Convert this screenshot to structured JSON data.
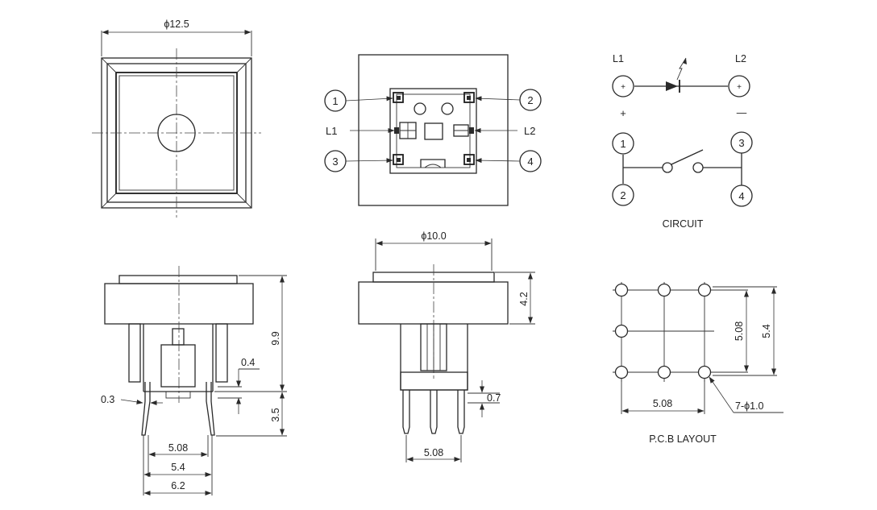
{
  "top_view": {
    "width_label": "ϕ12.5"
  },
  "bottom_view": {
    "pin_labels": [
      "1",
      "2",
      "3",
      "4"
    ],
    "led_left_label": "L1",
    "led_right_label": "L2"
  },
  "circuit": {
    "title": "CIRCUIT",
    "l1_label": "L1",
    "l2_label": "L2",
    "plus_sign": "+",
    "minus_sign": "—",
    "node_plus": "+",
    "pins": [
      "1",
      "2",
      "3",
      "4"
    ]
  },
  "side_view": {
    "height_total": "9.9",
    "cap_small": "0.4",
    "leg_thickness": "0.3",
    "pin_length": "3.5",
    "pin_spacing_1": "5.08",
    "pin_spacing_2": "5.4",
    "pin_spacing_3": "6.2"
  },
  "front_view": {
    "cap_diameter": "ϕ10.0",
    "cap_height": "4.2",
    "pin_width": "0.7",
    "pin_spacing": "5.08"
  },
  "pcb_layout": {
    "title": "P.C.B LAYOUT",
    "row_spacing": "5.08",
    "col_spacing": "5.08",
    "outer_spacing": "5.4",
    "hole_spec": "7-ϕ1.0"
  }
}
